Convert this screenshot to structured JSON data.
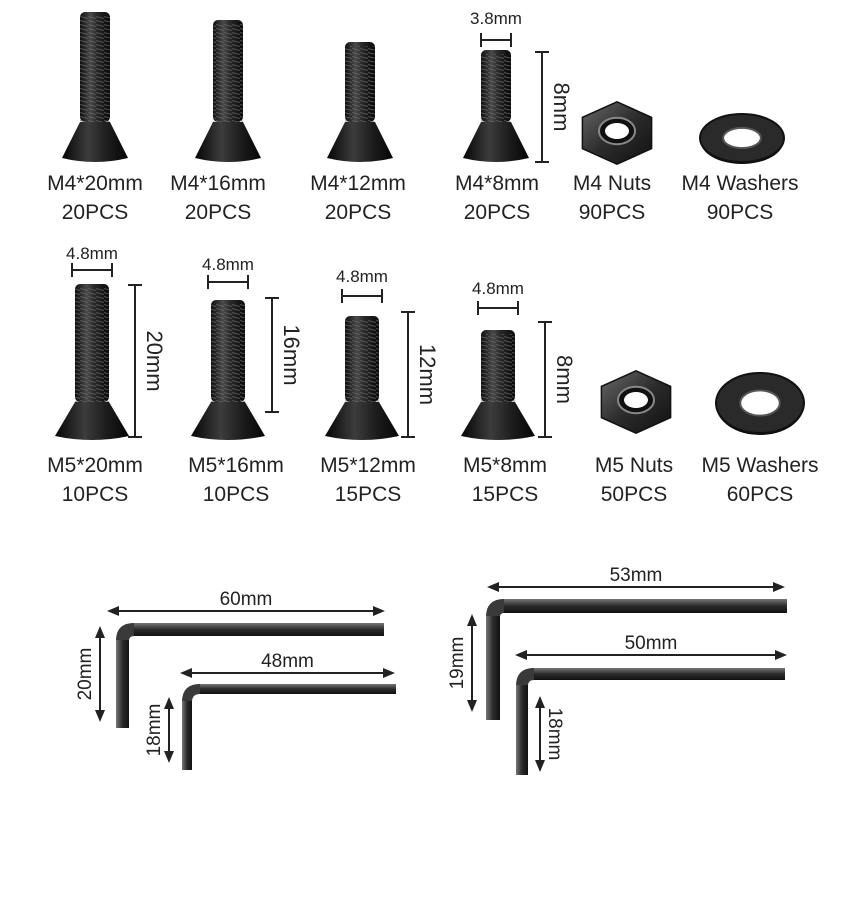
{
  "row1": [
    {
      "name": "M4*20mm",
      "qty": "20PCS"
    },
    {
      "name": "M4*16mm",
      "qty": "20PCS"
    },
    {
      "name": "M4*12mm",
      "qty": "20PCS"
    },
    {
      "name": "M4*8mm",
      "qty": "20PCS",
      "width_label": "3.8mm",
      "length_label": "8mm"
    },
    {
      "name": "M4 Nuts",
      "qty": "90PCS"
    },
    {
      "name": "M4 Washers",
      "qty": "90PCS"
    }
  ],
  "row2": [
    {
      "name": "M5*20mm",
      "qty": "10PCS",
      "width_label": "4.8mm",
      "length_label": "20mm"
    },
    {
      "name": "M5*16mm",
      "qty": "10PCS",
      "width_label": "4.8mm",
      "length_label": "16mm"
    },
    {
      "name": "M5*12mm",
      "qty": "15PCS",
      "width_label": "4.8mm",
      "length_label": "12mm"
    },
    {
      "name": "M5*8mm",
      "qty": "15PCS",
      "width_label": "4.8mm",
      "length_label": "8mm"
    },
    {
      "name": "M5 Nuts",
      "qty": "50PCS"
    },
    {
      "name": "M5 Washers",
      "qty": "60PCS"
    }
  ],
  "hex_keys": [
    {
      "long_label": "60mm",
      "short_label": "20mm"
    },
    {
      "long_label": "48mm",
      "short_label": "18mm"
    },
    {
      "long_label": "53mm",
      "short_label": "19mm"
    },
    {
      "long_label": "50mm",
      "short_label": "18mm"
    }
  ],
  "colors": {
    "metal_dark": "#1a1a1a",
    "metal_mid": "#3a3a3a",
    "metal_light": "#8a8a8a",
    "line": "#222222"
  }
}
